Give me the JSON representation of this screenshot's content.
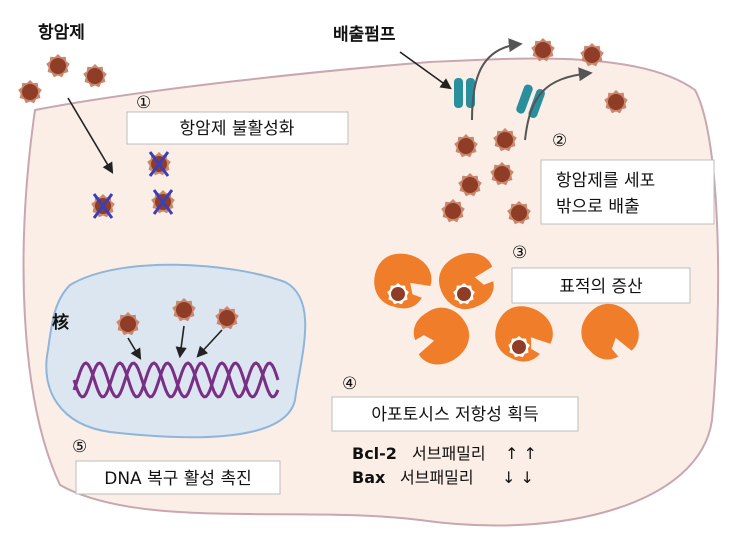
{
  "labels": {
    "drug": "항암제",
    "efflux_pump": "배출펌프",
    "nucleus": "核"
  },
  "steps": [
    {
      "number": "①",
      "text": "항암제 불활성화"
    },
    {
      "number": "②",
      "text_line1": "항암제를 세포",
      "text_line2": "밖으로 배출"
    },
    {
      "number": "③",
      "text": "표적의 증산"
    },
    {
      "number": "④",
      "text": "아포토시스 저항성 획득"
    },
    {
      "number": "⑤",
      "text": "DNA 복구 활성 촉진"
    }
  ],
  "markers": {
    "bcl2": {
      "name": "Bcl-2",
      "family": "서브패밀리",
      "arrows": "↑ ↑"
    },
    "bax": {
      "name": "Bax",
      "family": "서브패밀리",
      "arrows": "↓ ↓"
    }
  },
  "colors": {
    "cell_fill": "#fbeee6",
    "cell_border": "#c9a7b1",
    "nucleus_fill": "#dbe6f0",
    "nucleus_border": "#8eb6da",
    "drug": "#8f3d26",
    "inactivation_x": "#3a3fb8",
    "pump": "#2a8f9c",
    "target": "#f07d2a",
    "dna": "#7a2f86",
    "box_border": "#bcbcbc"
  }
}
